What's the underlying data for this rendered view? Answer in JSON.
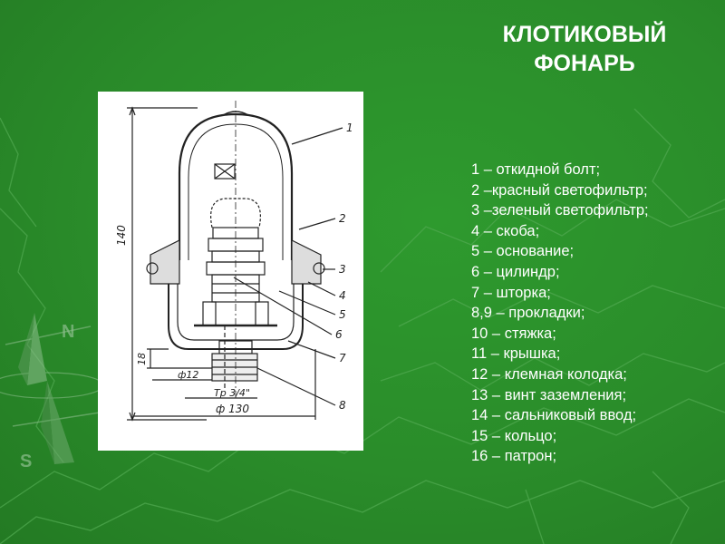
{
  "slide": {
    "title_line1": "КЛОТИКОВЫЙ",
    "title_line2": "ФОНАРЬ"
  },
  "legend": {
    "items": [
      "1 – откидной болт;",
      "2 –красный светофильтр;",
      "3 –зеленый светофильтр;",
      "4 – скоба;",
      "5 – основание;",
      "6 – цилиндр;",
      "7 – шторка;",
      "8,9 – прокладки;",
      "10 – стяжка;",
      "11 – крышка;",
      "12 – клемная колодка;",
      "13 – винт заземления;",
      "14 – сальниковый ввод;",
      "15 – кольцо;",
      "16 – патрон;"
    ]
  },
  "drawing": {
    "callouts": [
      "1",
      "2",
      "3",
      "4",
      "5",
      "6",
      "7",
      "8"
    ],
    "dim_height": "140",
    "dim_base": "18",
    "dim_phi12": "ф12",
    "dim_thread": "Тр 3/4\"",
    "dim_phi130": "ф 130"
  },
  "compass": {
    "north": "N",
    "south": "S"
  },
  "colors": {
    "background": "#2a8c2a",
    "text": "#ffffff"
  }
}
